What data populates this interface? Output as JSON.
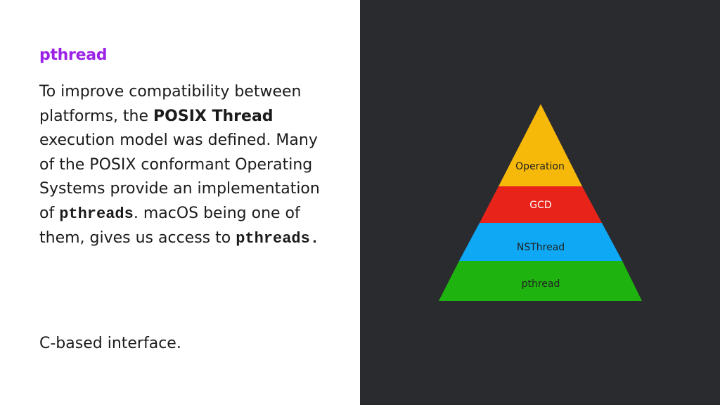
{
  "slide": {
    "title": "pthread",
    "paragraph": {
      "p1": "To improve compatibility between platforms, the ",
      "bold1": "POSIX Thread",
      "p2": " execution model was defined. Many of the POSIX conformant Operating Systems provide an implementation of ",
      "code1": "pthreads",
      "p3": ". macOS being one of them, gives us access to ",
      "code2": "pthreads."
    },
    "footnote": "C-based interface."
  },
  "pyramid": {
    "layers": [
      {
        "label": "Operation",
        "color": "#f6b90a"
      },
      {
        "label": "GCD",
        "color": "#e8241a"
      },
      {
        "label": "NSThread",
        "color": "#0ea8f5"
      },
      {
        "label": "pthread",
        "color": "#1fb30f"
      }
    ]
  },
  "colors": {
    "title": "#9b21e6",
    "right_background": "#2a2b2f",
    "text": "#1b1b1b"
  }
}
